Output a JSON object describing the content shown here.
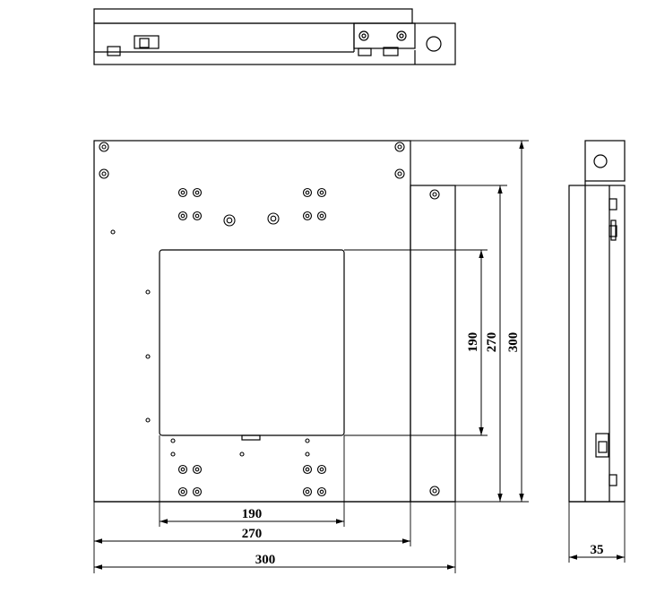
{
  "dimensions": {
    "inner_width": "190",
    "mid_width": "270",
    "overall_width": "300",
    "inner_height": "190",
    "mid_height": "270",
    "overall_height": "300",
    "depth": "35"
  },
  "colors": {
    "line": "#000000",
    "background": "#ffffff"
  }
}
